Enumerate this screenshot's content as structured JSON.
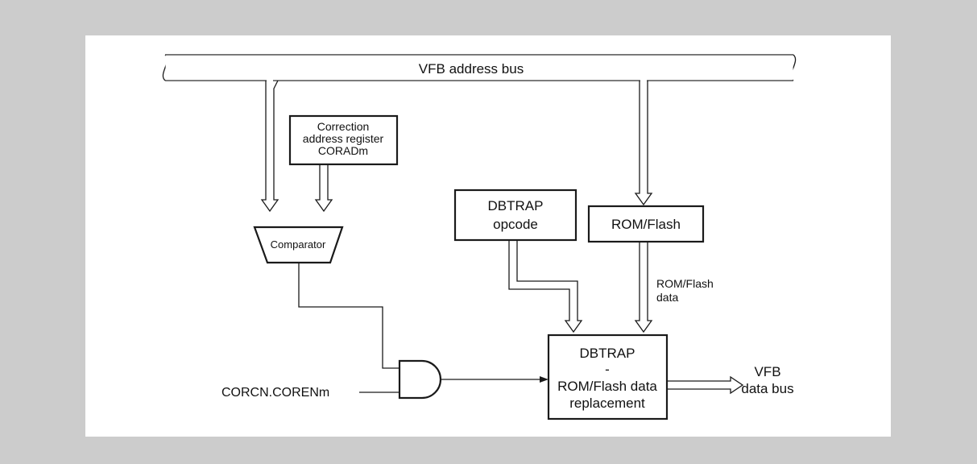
{
  "diagram": {
    "bus_label": "VFB address bus",
    "register_lines": [
      "Correction",
      "address register",
      "CORADm"
    ],
    "comparator_label": "Comparator",
    "dbtrap_lines": [
      "DBTRAP",
      "opcode"
    ],
    "rom_label": "ROM/Flash",
    "rom_data_lines": [
      "ROM/Flash",
      "data"
    ],
    "replace_lines": [
      "DBTRAP",
      "-",
      "ROM/Flash data",
      "replacement"
    ],
    "enable_label": "CORCN.CORENm",
    "output_lines": [
      "VFB",
      "data bus"
    ]
  }
}
